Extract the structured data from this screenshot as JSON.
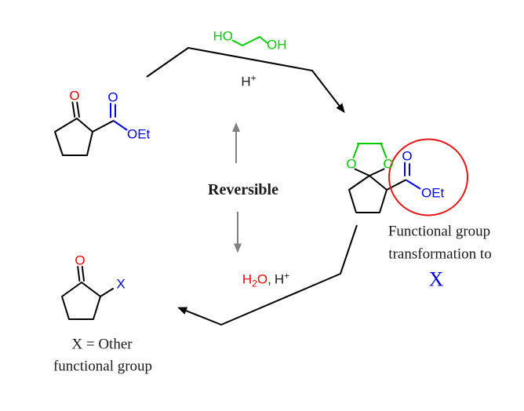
{
  "colors": {
    "bond": "#000000",
    "text": "#1a1a1a",
    "red": "#ff0000",
    "blue": "#0000e8",
    "green": "#00cc00",
    "gray": "#808080",
    "circle": "#e81414"
  },
  "scheme": {
    "reactant": {
      "ketone_o": "O",
      "ester_o": "O",
      "ester_oet": "OEt"
    },
    "glycol": {
      "ho": "HO",
      "oh": "OH"
    },
    "forward_condition": {
      "h": "H",
      "plus": "+"
    },
    "ketal": {
      "dioxolane_o_left": "O",
      "dioxolane_o_right": "O",
      "ester_o": "O",
      "ester_oet": "OEt"
    },
    "fg_note": {
      "line1": "Functional group",
      "line2": "transformation to",
      "x": "X"
    },
    "reversible": "Reversible",
    "reverse_condition": {
      "h2o_h": "H",
      "h2o_sub": "2",
      "h2o_o": "O",
      "comma": ",",
      "hplus_h": "H",
      "hplus_sup": "+"
    },
    "product": {
      "ketone_o": "O",
      "x": "X"
    },
    "x_note": {
      "line1": "X = Other",
      "line2": "functional group"
    }
  }
}
